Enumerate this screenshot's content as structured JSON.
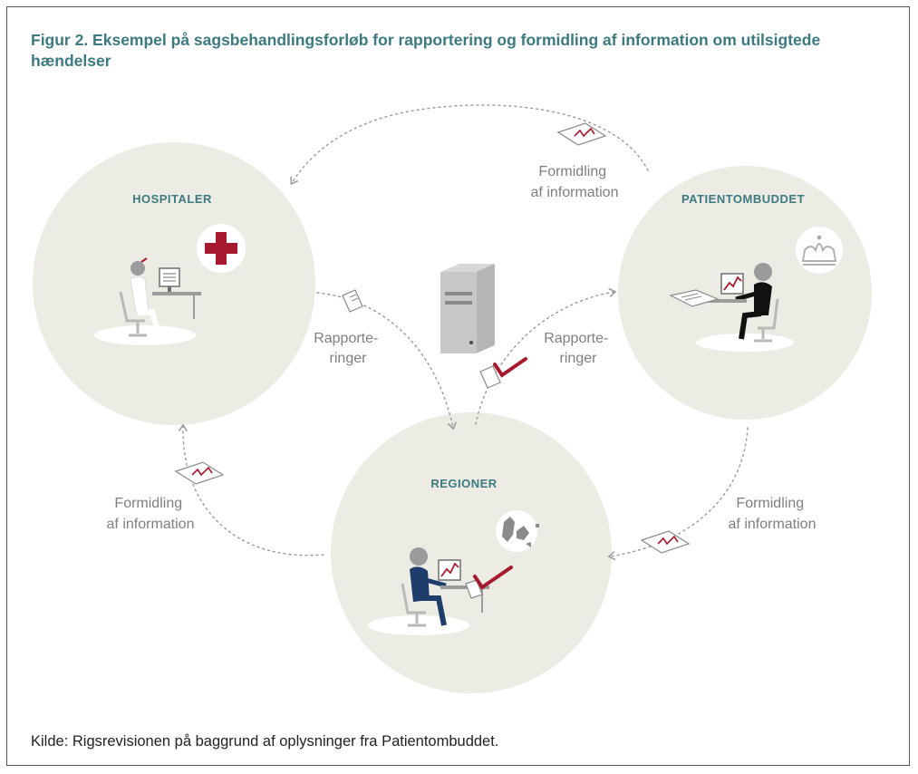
{
  "figure": {
    "title": "Figur 2. Eksempel på sagsbehandlingsforløb for rapportering og formidling af information om utilsigtede hændelser",
    "source": "Kilde:  Rigsrevisionen på baggrund af oplysninger fra Patientombuddet."
  },
  "nodes": {
    "hospitaler": "HOSPITALER",
    "patientombuddet": "PATIENTOMBUDDET",
    "regioner": "REGIONER"
  },
  "flows": {
    "formidling_top": [
      "Formidling",
      "af information"
    ],
    "rapport_left": [
      "Rapporte-",
      "ringer"
    ],
    "rapport_right": [
      "Rapporte-",
      "ringer"
    ],
    "formidling_left": [
      "Formidling",
      "af information"
    ],
    "formidling_right": [
      "Formidling",
      "af information"
    ]
  },
  "colors": {
    "title": "#3d7a80",
    "circle": "#ecebe4",
    "accent_red": "#a6192e",
    "navy": "#1e3d6b",
    "arrow": "#9a9a9a",
    "label_grey": "#7f7f7f"
  }
}
